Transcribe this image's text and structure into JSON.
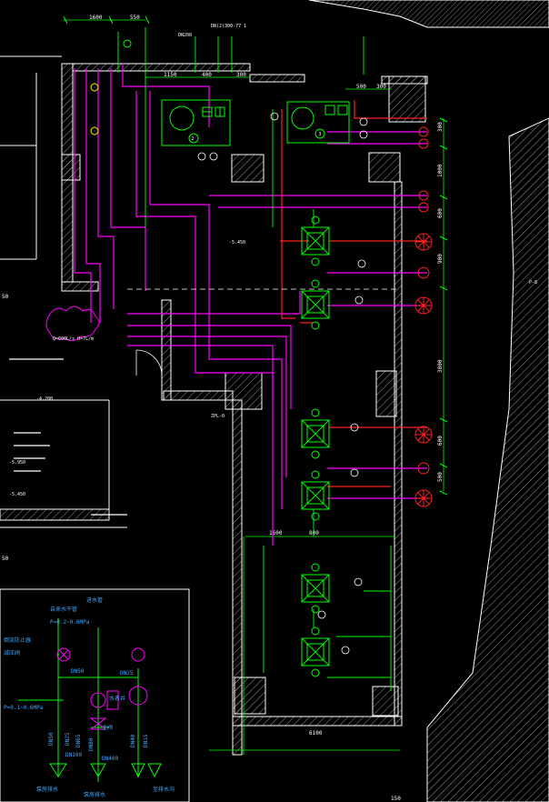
{
  "colors": {
    "background": "#000000",
    "wall": "#ffffff",
    "pipe_magenta": "#ff00ff",
    "pipe_red": "#ff2020",
    "pipe_green": "#00ff00",
    "equipment": "#00ff00",
    "dimension": "#00ff00",
    "text_white": "#ffffff",
    "text_cyan": "#00ffff",
    "text_yellow": "#ffff00",
    "legend_blue": "#3da8ff"
  },
  "dimensions": {
    "top_1600": "1600",
    "top_550": "550",
    "top_left_1150": "1150",
    "top_400": "400",
    "top_left_300": "300",
    "top_right_500": "500",
    "top_right_300": "300",
    "right_300": "300",
    "right_1000": "1000",
    "right_600a": "600",
    "right_900": "900",
    "right_3800": "3800",
    "right_600b": "600",
    "right_500": "500",
    "bottom_1600": "1600",
    "bottom_800": "800",
    "bottom_6100": "6100"
  },
  "labels": {
    "pipe_dn200": "DN200",
    "pipe_dn200_spec": "DN(2)300-77 1",
    "equipment_no_2": "2",
    "equipment_no_3": "3",
    "floor_level": "-5.450",
    "right_label": "P-8",
    "left_elev": "-4.200",
    "left_elev2": "-5.450",
    "left_flow": "Q=600L/s  H=7L/m",
    "left_pipe": "ZPL-0",
    "left_note": "-5.950"
  },
  "legend": {
    "note_water_main": "自来水干管",
    "note_pressure": "P=0.2~0.6MPa",
    "note_inlet": "进水管",
    "note_valve": "倒流防止器",
    "note_reducer": "减压阀",
    "note_dn50": "DN50",
    "note_dn25": "DN25",
    "note_outlet_pressure": "P=0.1~0.6MPa",
    "note_main_valve": "主阀",
    "note_meter": "水表井",
    "label_dn100": "DN100",
    "label_dn400": "DN400",
    "label_dn50a": "DN50",
    "label_dn25a": "DN25",
    "label_dn65": "DN65",
    "label_dn80": "DN80",
    "label_dn40": "DN40",
    "label_dn15": "DN15",
    "label_bottom_left": "泵房排水",
    "label_bottom_mid": "泵房排水",
    "label_bottom_right": "至排水沟"
  },
  "misc": {
    "page_number": "150",
    "scale_50a": "50",
    "scale_50b": "50"
  }
}
